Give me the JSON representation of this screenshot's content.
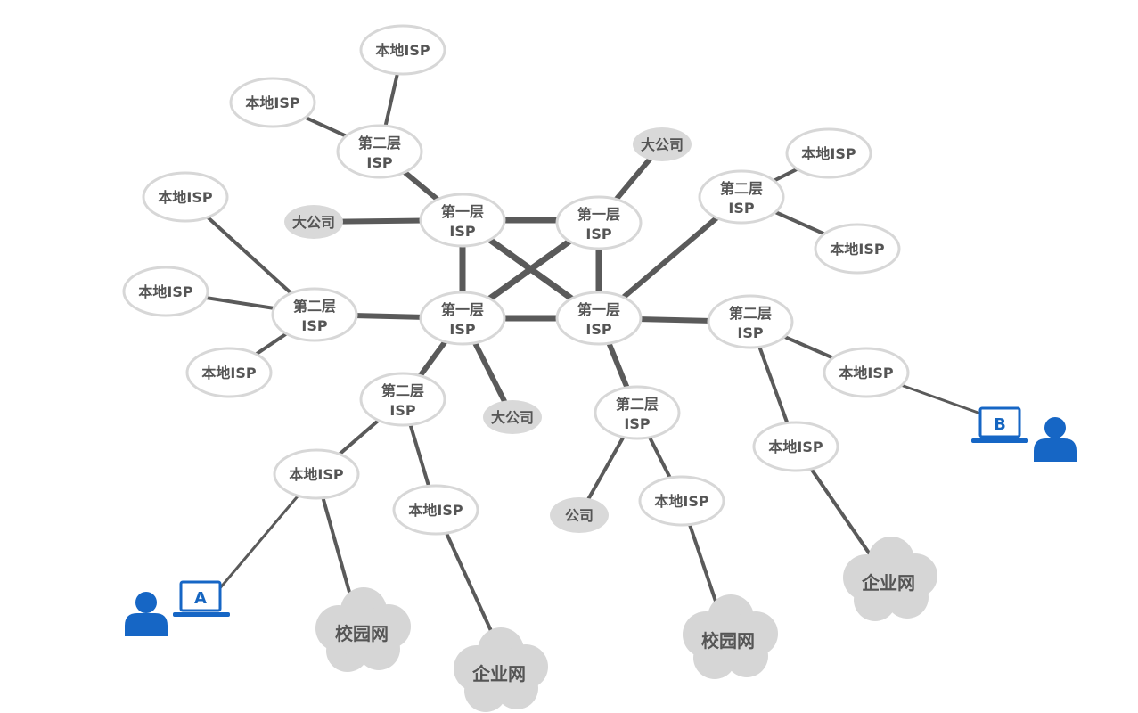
{
  "colors": {
    "link": "#5a5a5a",
    "node_fill": "#ffffff",
    "node_border": "#d7d7d7",
    "company_fill": "#d9d9d9",
    "cloud_fill": "#d6d6d6",
    "text": "#555555",
    "host_blue": "#1666c5"
  },
  "labels": {
    "tier1_line1": "第一层",
    "tier1_line2": "ISP",
    "tier2_line1": "第二层",
    "tier2_line2": "ISP",
    "local_isp": "本地ISP",
    "big_company": "大公司",
    "company": "公司",
    "campus_net": "校园网",
    "enterprise_net": "企业网",
    "host_a": "A",
    "host_b": "B"
  },
  "icons": [
    "person-icon",
    "laptop-icon"
  ]
}
